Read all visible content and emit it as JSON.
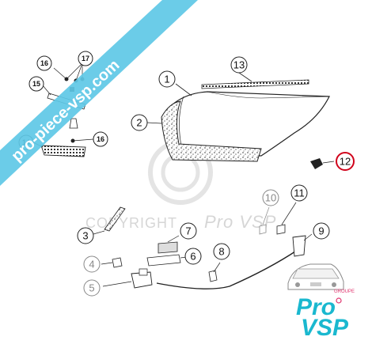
{
  "banner": {
    "text": "pro-piece-vsp.com",
    "color": "#5ec8e6"
  },
  "watermark": {
    "text": "COPYRIGHT",
    "brand": "Pro VSP"
  },
  "logo": {
    "pro": "Pro",
    "vsp": "VSP",
    "groupe": "GROUPE",
    "color": "#1ab8cf",
    "accent": "#e0356f"
  },
  "highlight_color": "#d0021b",
  "callouts": [
    {
      "id": "c1",
      "label": "1"
    },
    {
      "id": "c2",
      "label": "2"
    },
    {
      "id": "c3",
      "label": "3"
    },
    {
      "id": "c4",
      "label": "4"
    },
    {
      "id": "c5",
      "label": "5"
    },
    {
      "id": "c6",
      "label": "6"
    },
    {
      "id": "c7",
      "label": "7"
    },
    {
      "id": "c8",
      "label": "8"
    },
    {
      "id": "c9",
      "label": "9"
    },
    {
      "id": "c10",
      "label": "10"
    },
    {
      "id": "c11",
      "label": "11"
    },
    {
      "id": "c12",
      "label": "12"
    },
    {
      "id": "c13",
      "label": "13"
    },
    {
      "id": "c14",
      "label": "14"
    },
    {
      "id": "c15",
      "label": "15"
    },
    {
      "id": "c16a",
      "label": "16"
    },
    {
      "id": "c16b",
      "label": "16"
    },
    {
      "id": "c17",
      "label": "17"
    }
  ]
}
